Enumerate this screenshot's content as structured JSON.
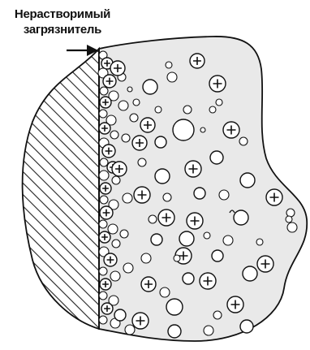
{
  "annotation": {
    "line1": "Нерастворимый",
    "line2": "загрязнитель"
  },
  "colors": {
    "liquid_fill": "#e9e9e9",
    "outline": "#111111",
    "particle_fill": "#ffffff",
    "hatch": "#222222"
  },
  "legend_symbols": {
    "charged_particle": "plus-in-circle",
    "neutral_particle": "empty-circle"
  }
}
